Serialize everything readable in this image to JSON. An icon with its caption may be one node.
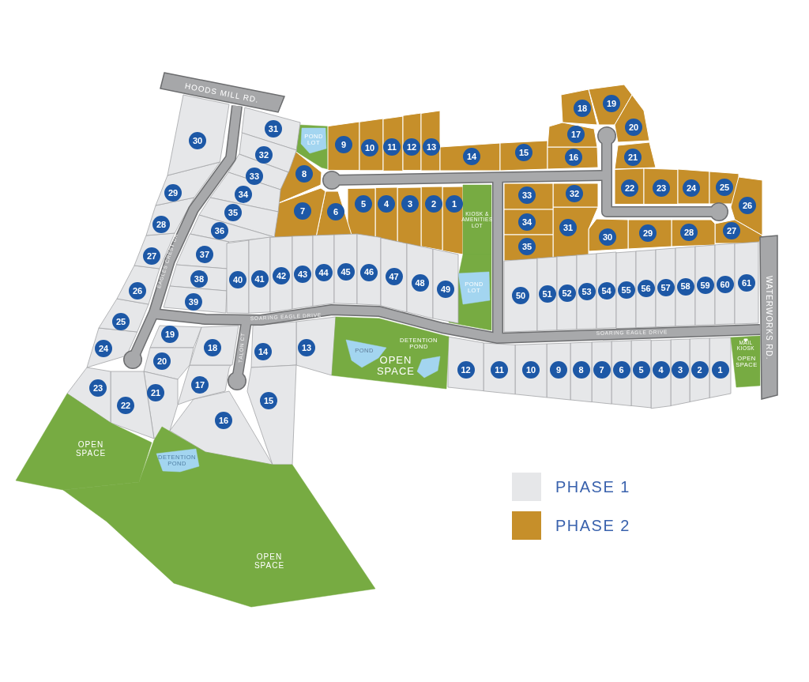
{
  "diagram": {
    "nodes": [
      {
        "text": [
          "HOODS MILL RD."
        ]
      },
      {
        "text": [
          "POND LOT"
        ]
      },
      {
        "text": [
          "1"
        ]
      },
      {
        "text": [
          "2"
        ]
      },
      {
        "text": [
          "3"
        ]
      },
      {
        "text": [
          "4"
        ]
      },
      {
        "text": [
          "5"
        ]
      },
      {
        "text": [
          "6"
        ]
      },
      {
        "text": [
          "7"
        ]
      },
      {
        "text": [
          "8"
        ]
      },
      {
        "text": [
          "9"
        ]
      },
      {
        "text": [
          "10"
        ]
      },
      {
        "text": [
          "11"
        ]
      },
      {
        "text": [
          "12"
        ]
      },
      {
        "text": [
          "13"
        ]
      },
      {
        "text": [
          "14"
        ]
      },
      {
        "text": [
          "15"
        ]
      },
      {
        "text": [
          "16"
        ]
      },
      {
        "text": [
          "17"
        ]
      },
      {
        "text": [
          "18"
        ]
      },
      {
        "text": [
          "19"
        ]
      },
      {
        "text": [
          "20"
        ]
      },
      {
        "text": [
          "21"
        ]
      },
      {
        "text": [
          "22"
        ]
      },
      {
        "text": [
          "23"
        ]
      },
      {
        "text": [
          "24"
        ]
      },
      {
        "text": [
          "25"
        ]
      },
      {
        "text": [
          "26"
        ]
      },
      {
        "text": [
          "27"
        ]
      },
      {
        "text": [
          "28"
        ]
      },
      {
        "text": [
          "29"
        ]
      },
      {
        "text": [
          "30"
        ]
      },
      {
        "text": [
          "31"
        ]
      },
      {
        "text": [
          "32"
        ]
      },
      {
        "text": [
          "33"
        ]
      },
      {
        "text": [
          "34"
        ]
      },
      {
        "text": [
          "35"
        ]
      },
      {
        "text": [
          "KIOSK & AMENITIES LOT"
        ]
      },
      {
        "text": [
          "POND LOT"
        ]
      },
      {
        "text": [
          "1"
        ]
      },
      {
        "text": [
          "2"
        ]
      },
      {
        "text": [
          "3"
        ]
      },
      {
        "text": [
          "4"
        ]
      },
      {
        "text": [
          "5"
        ]
      },
      {
        "text": [
          "6"
        ]
      },
      {
        "text": [
          "7"
        ]
      },
      {
        "text": [
          "8"
        ]
      },
      {
        "text": [
          "9"
        ]
      },
      {
        "text": [
          "10"
        ]
      },
      {
        "text": [
          "11"
        ]
      },
      {
        "text": [
          "12"
        ]
      },
      {
        "text": [
          "13"
        ]
      },
      {
        "text": [
          "14"
        ]
      },
      {
        "text": [
          "15"
        ]
      },
      {
        "text": [
          "16"
        ]
      },
      {
        "text": [
          "17"
        ]
      },
      {
        "text": [
          "18"
        ]
      },
      {
        "text": [
          "19"
        ]
      },
      {
        "text": [
          "20"
        ]
      },
      {
        "text": [
          "21"
        ]
      },
      {
        "text": [
          "22"
        ]
      },
      {
        "text": [
          "23"
        ]
      },
      {
        "text": [
          "24"
        ]
      },
      {
        "text": [
          "25"
        ]
      },
      {
        "text": [
          "26"
        ]
      },
      {
        "text": [
          "27"
        ]
      },
      {
        "text": [
          "28"
        ]
      },
      {
        "text": [
          "29"
        ]
      },
      {
        "text": [
          "30"
        ]
      },
      {
        "text": [
          "31"
        ]
      },
      {
        "text": [
          "32"
        ]
      },
      {
        "text": [
          "33"
        ]
      },
      {
        "text": [
          "34"
        ]
      },
      {
        "text": [
          "35"
        ]
      },
      {
        "text": [
          "36"
        ]
      },
      {
        "text": [
          "37"
        ]
      },
      {
        "text": [
          "38"
        ]
      },
      {
        "text": [
          "39"
        ]
      },
      {
        "text": [
          "40"
        ]
      },
      {
        "text": [
          "41"
        ]
      },
      {
        "text": [
          "42"
        ]
      },
      {
        "text": [
          "43"
        ]
      },
      {
        "text": [
          "44"
        ]
      },
      {
        "text": [
          "45"
        ]
      },
      {
        "text": [
          "46"
        ]
      },
      {
        "text": [
          "47"
        ]
      },
      {
        "text": [
          "48"
        ]
      },
      {
        "text": [
          "49"
        ]
      },
      {
        "text": [
          "50"
        ]
      },
      {
        "text": [
          "51"
        ]
      },
      {
        "text": [
          "52"
        ]
      },
      {
        "text": [
          "53"
        ]
      },
      {
        "text": [
          "54"
        ]
      },
      {
        "text": [
          "55"
        ]
      },
      {
        "text": [
          "56"
        ]
      },
      {
        "text": [
          "57"
        ]
      },
      {
        "text": [
          "58"
        ]
      },
      {
        "text": [
          "59"
        ]
      },
      {
        "text": [
          "60"
        ]
      },
      {
        "text": [
          "61"
        ]
      },
      {
        "text": [
          "OPEN SPACE"
        ]
      },
      {
        "text": [
          "POND"
        ],
        "in": 100
      },
      {
        "text": [
          "DETENTION POND"
        ],
        "in": 100
      },
      {
        "text": [
          "MAIL KIOSK",
          "OPEN SPACE"
        ]
      },
      {
        "text": [
          "WATERWORKS RD."
        ]
      },
      {
        "text": [
          "OPEN SPACE"
        ]
      },
      {
        "text": [
          "DETENTION POND"
        ],
        "in": 107
      },
      {
        "text": [
          "OPEN SPACE"
        ]
      }
    ],
    "labels": [
      "EAGLES CREST DR",
      "SOARING EAGLE DRIVE",
      "SOARING EAGLE DRIVE",
      "TALON CT"
    ],
    "legend": [
      {
        "text": "PHASE 1",
        "color": "#e6e7e9"
      },
      {
        "text": "PHASE 2",
        "color": "#c68f2a"
      }
    ]
  }
}
